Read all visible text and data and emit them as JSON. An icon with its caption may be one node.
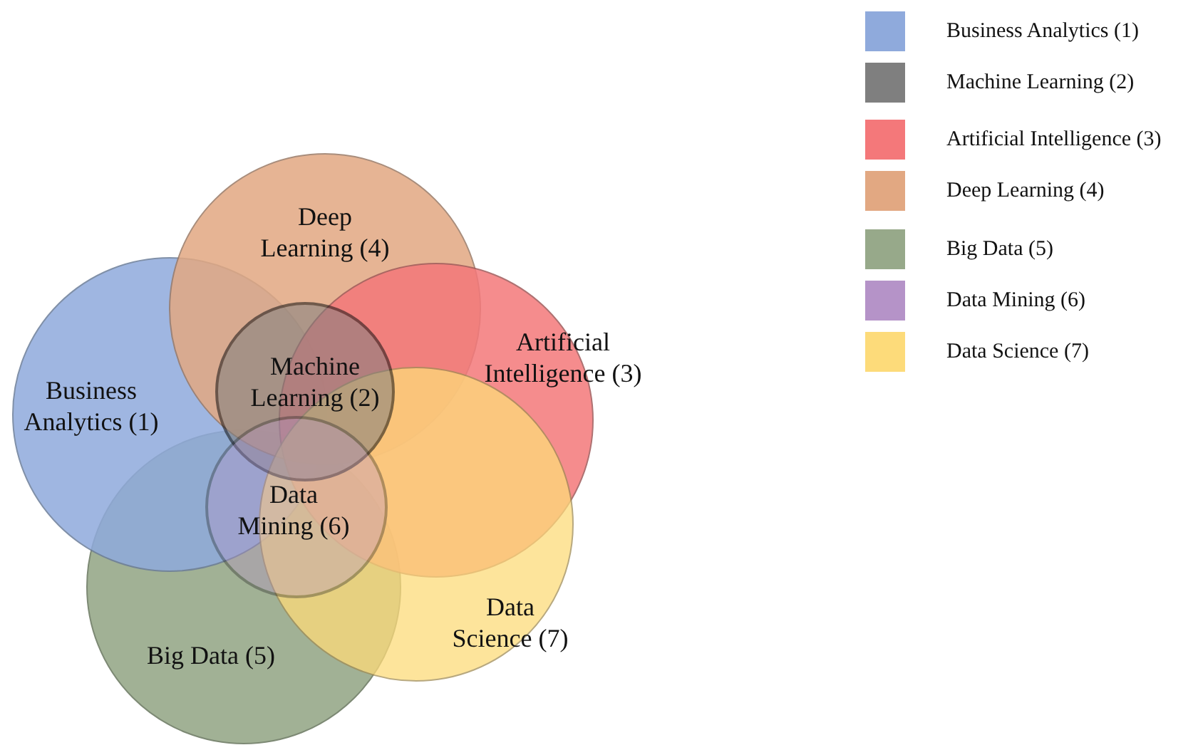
{
  "diagram": {
    "nodes": [
      {
        "text": [
          "Business Analytics (1)"
        ]
      },
      {
        "text": [
          "Machine Learning (2)"
        ]
      },
      {
        "text": [
          "Artificial Intelligence (3)"
        ]
      },
      {
        "text": [
          "Deep Learning (4)"
        ]
      },
      {
        "text": [
          "Big Data (5)"
        ]
      },
      {
        "text": [
          "Data Mining (6)"
        ]
      },
      {
        "text": [
          "Data Science (7)"
        ]
      }
    ],
    "legend": [
      {
        "text": "Business Analytics (1)",
        "color": "#8faadc"
      },
      {
        "text": "Machine Learning (2)",
        "color": "#7f7f7f"
      },
      {
        "text": "Artificial Intelligence (3)",
        "color": "#f4787a"
      },
      {
        "text": "Deep Learning (4)",
        "color": "#e2a882"
      },
      {
        "text": "Big Data (5)",
        "color": "#97a98a"
      },
      {
        "text": "Data Mining (6)",
        "color": "#b593c8"
      },
      {
        "text": "Data Science (7)",
        "color": "#fddb7a"
      }
    ]
  }
}
